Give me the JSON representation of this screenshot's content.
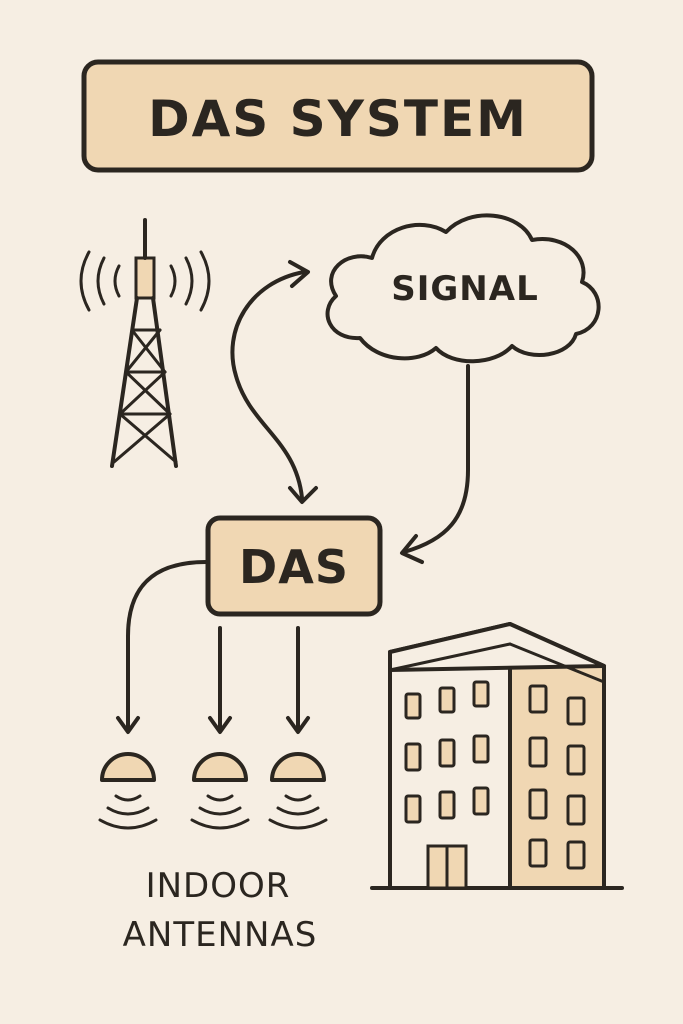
{
  "title": "DAS SYSTEM",
  "cloud_label": "SIGNAL",
  "hub_label": "DAS",
  "antennas_label_line1": "INDOOR",
  "antennas_label_line2": "ANTENNAS",
  "colors": {
    "background": "#f6eee3",
    "accent_fill": "#f0d7b3",
    "ink": "#2b2620"
  },
  "icons": [
    "cell-tower-icon",
    "cloud-icon",
    "building-icon",
    "ceiling-antenna-icon"
  ]
}
